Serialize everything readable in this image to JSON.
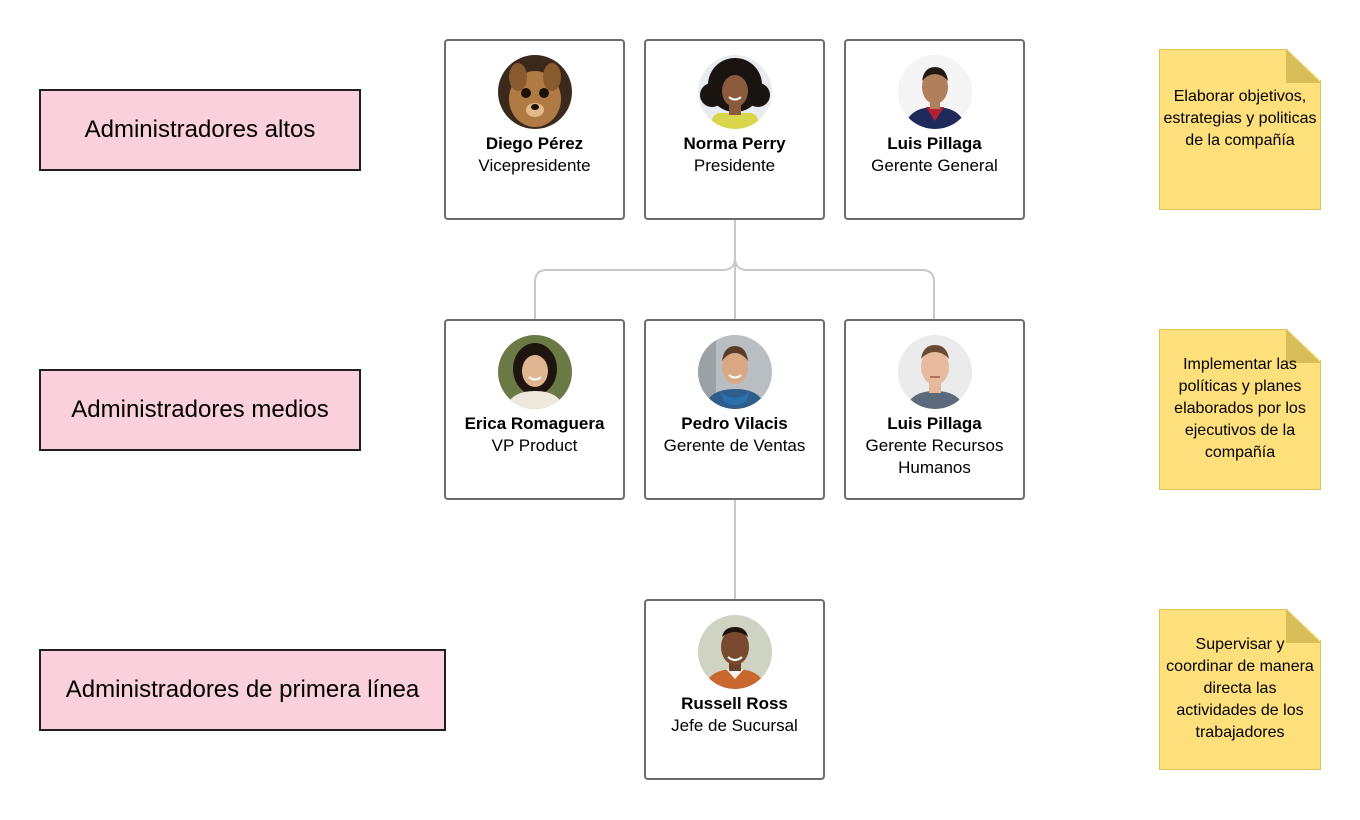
{
  "levels": {
    "top": "Administradores altos",
    "middle": "Administradores medios",
    "first_line": "Administradores de primera línea"
  },
  "people": {
    "diego": {
      "name": "Diego Pérez",
      "role": "Vicepresidente"
    },
    "norma": {
      "name": "Norma Perry",
      "role": "Presidente"
    },
    "luis_top": {
      "name": "Luis Pillaga",
      "role": "Gerente General"
    },
    "erica": {
      "name": "Erica Romaguera",
      "role": "VP Product"
    },
    "pedro": {
      "name": "Pedro Vilacis",
      "role": "Gerente de Ventas"
    },
    "luis_mid": {
      "name": "Luis Pillaga",
      "role": "Gerente Recursos Humanos"
    },
    "russell": {
      "name": "Russell Ross",
      "role": "Jefe de Sucursal"
    }
  },
  "notes": {
    "top": "Elaborar objetivos, estrategias y politicas de la compañía",
    "middle": "Implementar las políticas y planes elaborados por los ejecutivos de la compañía",
    "first_line": "Supervisar y coordinar de manera directa las actividades de los trabajadores"
  },
  "colors": {
    "level_fill": "#f9d0db",
    "note_fill": "#fde07c",
    "connector": "#c8c8c8",
    "card_border": "#6b6b6b"
  }
}
